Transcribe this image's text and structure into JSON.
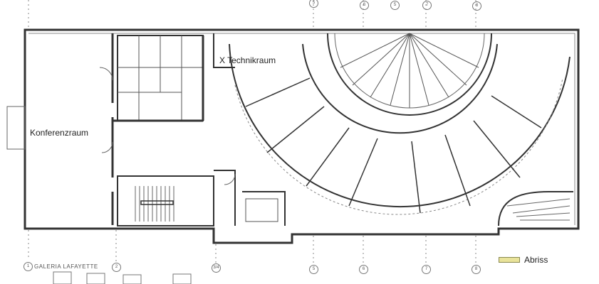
{
  "rooms": {
    "conference": "Konferenzraum",
    "technical": "X  Technikraum"
  },
  "street_label": "GALERIA LAFAYETTE",
  "legend": {
    "label": "Abriss",
    "color": "#e9e39a"
  },
  "axes_bottom": [
    "1",
    "2",
    "3/4",
    "5",
    "6",
    "7",
    "8"
  ],
  "axes_top": [
    "5",
    "6",
    "5",
    "7",
    "8"
  ],
  "colors": {
    "line": "#333333",
    "paper": "#ffffff"
  }
}
